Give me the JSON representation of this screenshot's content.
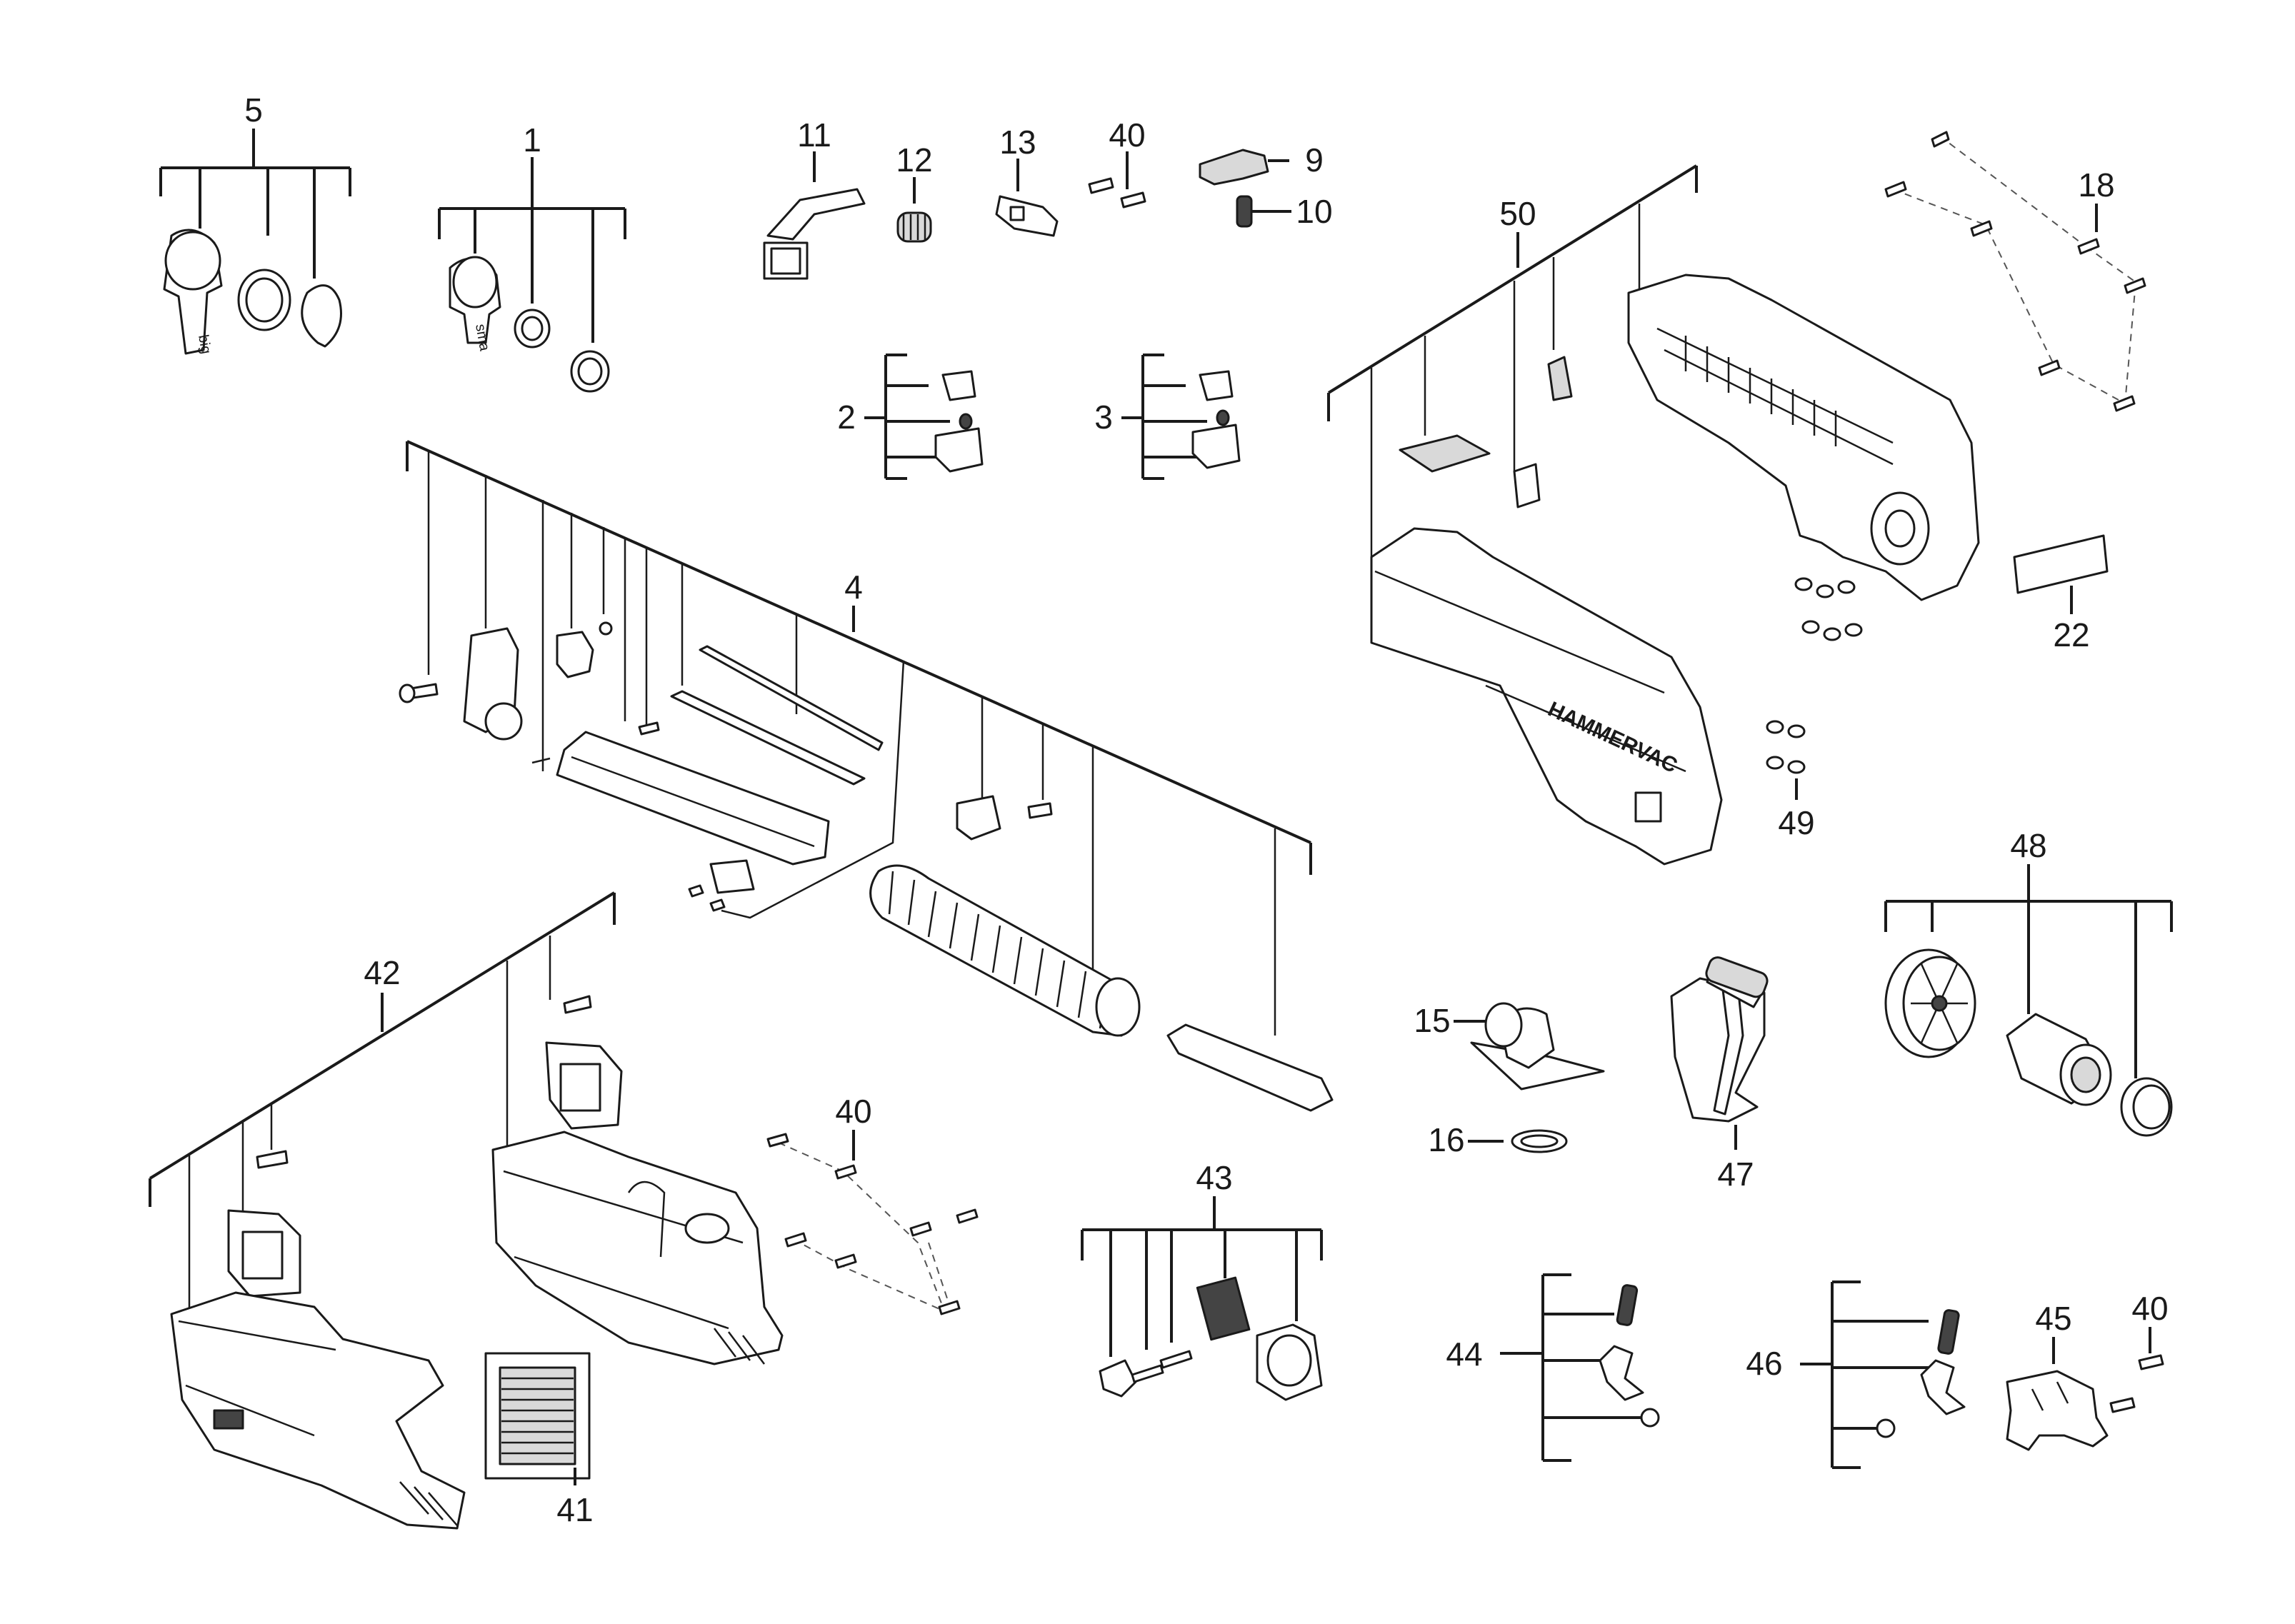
{
  "callouts": {
    "c1": "1",
    "c2": "2",
    "c3": "3",
    "c4": "4",
    "c5": "5",
    "c9": "9",
    "c10": "10",
    "c11": "11",
    "c12": "12",
    "c13": "13",
    "c15": "15",
    "c16": "16",
    "c18": "18",
    "c22": "22",
    "c40a": "40",
    "c40b": "40",
    "c40c": "40",
    "c41": "41",
    "c42": "42",
    "c43": "43",
    "c44": "44",
    "c45": "45",
    "c46": "46",
    "c47": "47",
    "c48": "48",
    "c49": "49",
    "c50": "50"
  },
  "part_markings": {
    "big": "big",
    "sma": "sma",
    "logo": "HAMMERVAC"
  },
  "colors": {
    "line": "#1a1a1a",
    "part_fill": "#ffffff",
    "part_shade": "#d9d9d9",
    "dark_part": "#444444"
  }
}
